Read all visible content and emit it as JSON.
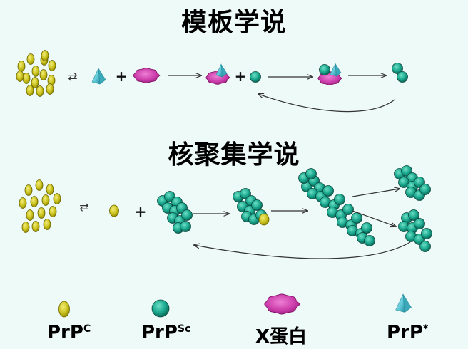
{
  "titles": {
    "template_theory": "模板学说",
    "nucleation_theory": "核聚集学说"
  },
  "legend": {
    "prpc": {
      "base": "PrP",
      "sup": "C"
    },
    "prpsc": {
      "base": "PrP",
      "sup": "Sc"
    },
    "xprotein": {
      "base": "X蛋白",
      "sup": ""
    },
    "prpstar": {
      "base": "PrP",
      "sup": "*"
    }
  },
  "symbols": {
    "plus": "+",
    "equilibrium": "⇄"
  },
  "colors": {
    "background": "#eefaf7",
    "prpc_fill": "#c8c01a",
    "prpc_stroke": "#7a7200",
    "prpsc_fill": "#1aa88e",
    "prpsc_stroke": "#0b5e50",
    "xprotein_fill": "#c93aa8",
    "prpstar_fill": "#5cc7d6",
    "arrow": "#333333"
  }
}
